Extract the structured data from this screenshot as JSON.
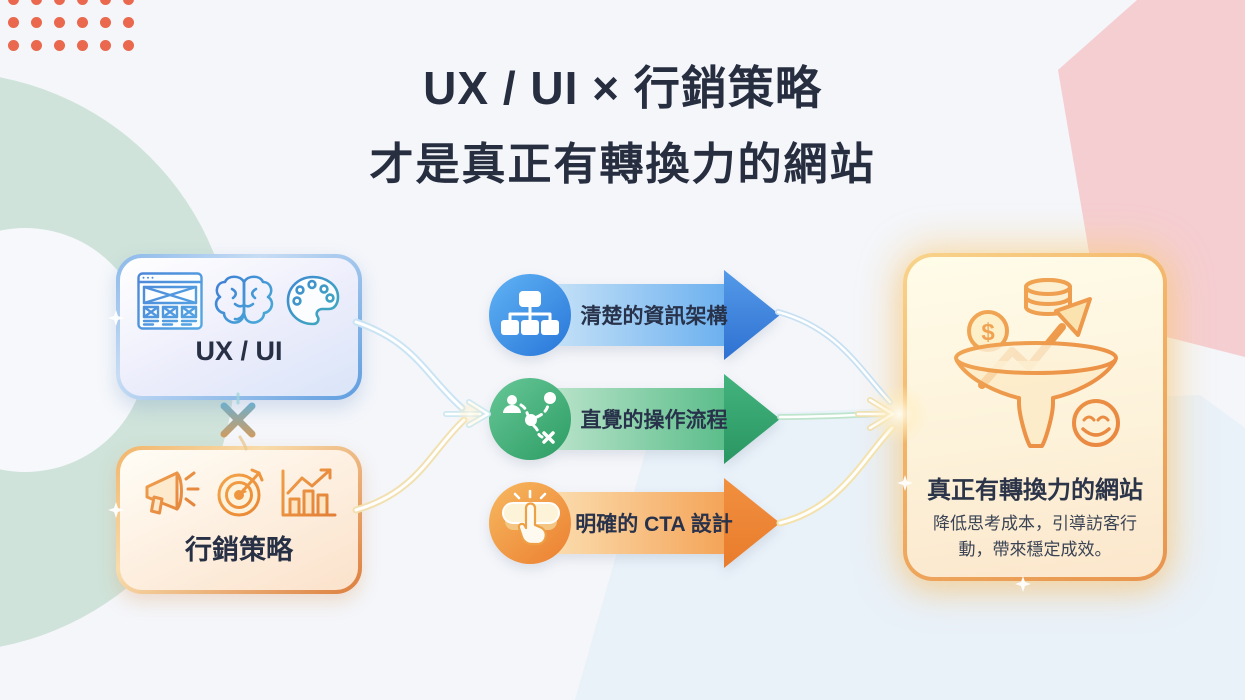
{
  "page": {
    "background": "#f4f6fa"
  },
  "title": {
    "line1": "UX / UI × 行銷策略",
    "line2": "才是真正有轉換力的網站",
    "color": "#272e40"
  },
  "left_cards": {
    "uxui": {
      "label": "UX / UI",
      "icons": [
        "browser-wireframe-icon",
        "brain-icon",
        "palette-icon"
      ],
      "border_color": "#5b9bd8"
    },
    "operator": "×",
    "marketing": {
      "label": "行銷策略",
      "icons": [
        "megaphone-icon",
        "target-dart-icon",
        "growth-chart-icon"
      ],
      "border_color": "#e0813f"
    }
  },
  "flow_arrows": [
    {
      "label": "清楚的資訊架構",
      "icon": "sitemap-icon",
      "accent": "#3b82e0"
    },
    {
      "label": "直覺的操作流程",
      "icon": "user-flow-icon",
      "accent": "#35a873"
    },
    {
      "label": "明確的 CTA 設計",
      "icon": "cta-tap-icon",
      "accent": "#ee8b38"
    }
  ],
  "result_card": {
    "title": "真正有轉換力的網站",
    "description": "降低思考成本，引導訪客行動，帶來穩定成效。",
    "dollar_sign": "$",
    "icons": [
      "coin-stack-icon",
      "dollar-coin-icon",
      "growth-arrow-icon",
      "funnel-icon",
      "smiley-icon"
    ],
    "border_color": "#e8954e"
  },
  "decor": {
    "dot_color": "#e9684e",
    "teal_color": "#cfe3da",
    "pink_color": "#f5ced2",
    "pale_blue_color": "#e9f1f9"
  }
}
